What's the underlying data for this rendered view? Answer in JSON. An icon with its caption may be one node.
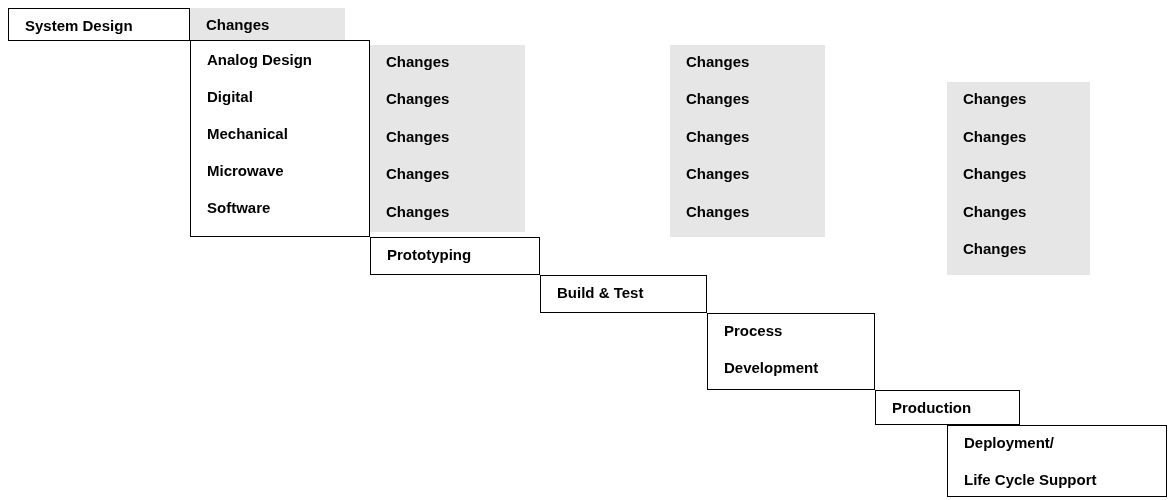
{
  "diagram": {
    "nodes": [
      {
        "text": [
          "System Design"
        ]
      },
      {
        "text": [
          "Changes"
        ]
      },
      {
        "text": [
          "Analog Design",
          "Digital",
          "Mechanical",
          "Microwave",
          "Software"
        ]
      },
      {
        "text": [
          "Changes"
        ]
      },
      {
        "text": [
          "Changes"
        ]
      },
      {
        "text": [
          "Changes"
        ]
      },
      {
        "text": [
          "Changes"
        ]
      },
      {
        "text": [
          "Changes"
        ]
      },
      {
        "text": [
          "Changes"
        ]
      },
      {
        "text": [
          "Changes"
        ]
      },
      {
        "text": [
          "Changes"
        ]
      },
      {
        "text": [
          "Changes"
        ]
      },
      {
        "text": [
          "Changes"
        ]
      },
      {
        "text": [
          "Changes"
        ]
      },
      {
        "text": [
          "Changes"
        ]
      },
      {
        "text": [
          "Changes"
        ]
      },
      {
        "text": [
          "Changes"
        ]
      },
      {
        "text": [
          "Prototyping"
        ]
      },
      {
        "text": [
          "Changes"
        ]
      },
      {
        "text": [
          "Build & Test"
        ]
      },
      {
        "text": [
          "Process Development"
        ]
      },
      {
        "text": [
          "Production"
        ]
      },
      {
        "text": [
          "Deployment/ Life Cycle Support"
        ]
      }
    ],
    "edges": []
  }
}
